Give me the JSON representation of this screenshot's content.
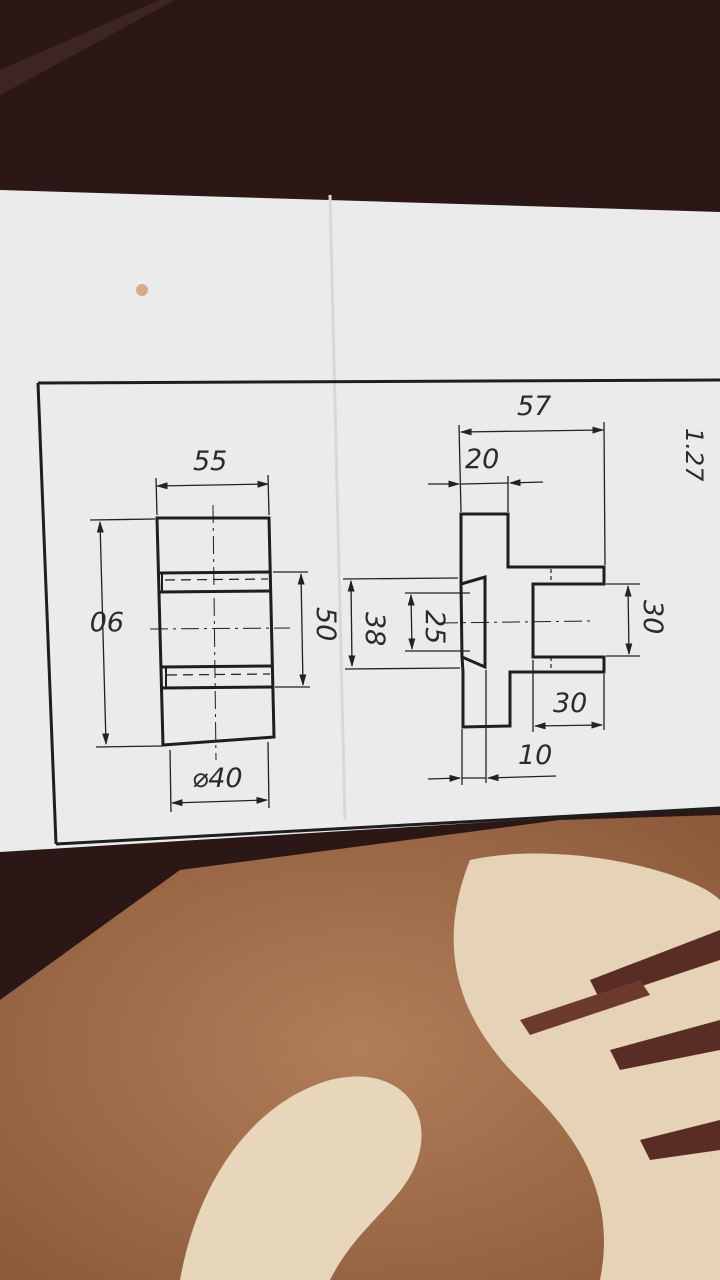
{
  "sheet": {
    "number": "1.27"
  },
  "front_view": {
    "width": "55",
    "height": "90",
    "hole_height": "50",
    "diameter": "⌀40"
  },
  "side_view": {
    "overall_length": "57",
    "flange_thickness": "20",
    "bore_depth": "30",
    "bore_height": "30",
    "outer_height": "38",
    "inner_height": "25",
    "step": "10"
  }
}
